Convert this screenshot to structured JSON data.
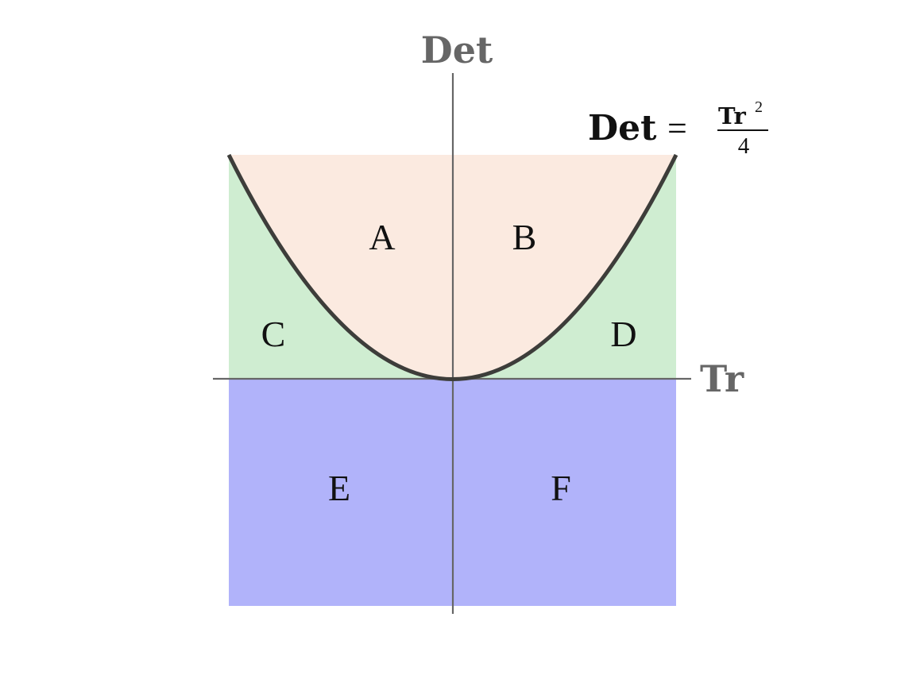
{
  "axes": {
    "x_label": "Tr",
    "y_label": "Det"
  },
  "curve_label": {
    "lhs": "Det",
    "equals": "=",
    "numerator_base": "Tr",
    "numerator_exponent": "2",
    "denominator": "4"
  },
  "regions": {
    "A": "A",
    "B": "B",
    "C": "C",
    "D": "D",
    "E": "E",
    "F": "F"
  },
  "colors": {
    "region_inside_parabola": "#fbeae0",
    "region_outside_parabola": "#cfedd1",
    "region_negative_det": "#b1b3fa",
    "axis": "#666666",
    "curve": "#3d3d3a"
  }
}
